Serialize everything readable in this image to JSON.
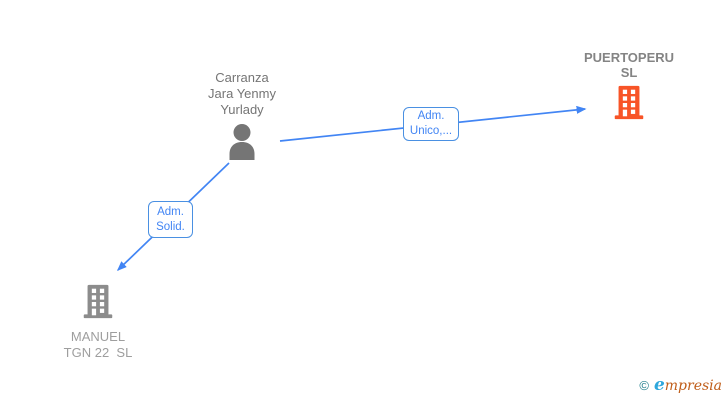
{
  "diagram": {
    "type": "corporate-relationship-graph",
    "person": {
      "name": "Carranza\nJara Yenmy\nYurlady"
    },
    "companies": [
      {
        "name": "PUERTOPERU\nSL",
        "highlighted": true
      },
      {
        "name": "MANUEL\nTGN 22  SL",
        "highlighted": false
      }
    ],
    "edges": [
      {
        "from": "Carranza Jara Yenmy Yurlady",
        "to": "PUERTOPERU SL",
        "label": "Adm.\nUnico,..."
      },
      {
        "from": "Carranza Jara Yenmy Yurlady",
        "to": "MANUEL TGN 22 SL",
        "label": "Adm.\nSolid."
      }
    ]
  },
  "colors": {
    "edge": "#4285f4",
    "edge_label_text": "#4285f4",
    "edge_label_border": "#4a90e2",
    "person_icon": "#757575",
    "person_text": "#757575",
    "company_icon_active": "#f85427",
    "company_text_active": "#848484",
    "company_icon": "#8c8c8c",
    "company_text": "#9e9e9e",
    "background": "#ffffff",
    "logo_copyright": "#1e7d8c",
    "logo_e": "#2ea7dc",
    "logo_rest": "#c05e1a"
  },
  "footer": {
    "copyright": "©",
    "brand_first_letter": "e",
    "brand_rest": "mpresia"
  }
}
